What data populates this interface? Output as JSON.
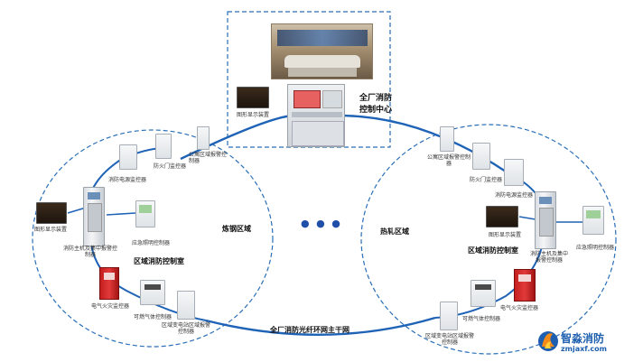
{
  "central": {
    "title_line1": "全厂消防",
    "title_line2": "控制中心",
    "display_label": "图形显示装置",
    "public_panel_label": "公寓区域报警控制器"
  },
  "left_region": {
    "area_label": "炼钢区域",
    "room_label": "区域消防控制室",
    "devices": {
      "fire_door": "防火门监控器",
      "power_monitor": "消防电源监控器",
      "display": "图形显示装置",
      "main_controller": "消防主机及集中报警控制器",
      "emergency_light": "应急照明控制器",
      "electrical_fire": "电气火灾监控器",
      "gas": "可燃气体控制器",
      "substation": "区域变电站区域报警控制器"
    }
  },
  "right_region": {
    "area_label": "热轧区域",
    "room_label": "区域消防控制室",
    "devices": {
      "public_panel": "公寓区域报警控制器",
      "fire_door": "防火门监控器",
      "power_monitor": "消防电源监控器",
      "display": "图形显示装置",
      "main_controller": "消防主机及集中报警控制器",
      "emergency_light": "应急照明控制器",
      "electrical_fire": "电气火灾监控器",
      "gas": "可燃气体控制器",
      "substation": "区域变电站区域报警控制器"
    }
  },
  "backbone_label": "全厂消防光纤环网主干网",
  "ellipsis": "● ● ●",
  "watermark": {
    "brand": "智淼消防",
    "url": "zmjaxf.com"
  },
  "colors": {
    "ring_line": "#1f63b7",
    "dashed": "#2a6fb8",
    "logo_orange": "#f28a1a",
    "logo_blue": "#1d5fae"
  }
}
